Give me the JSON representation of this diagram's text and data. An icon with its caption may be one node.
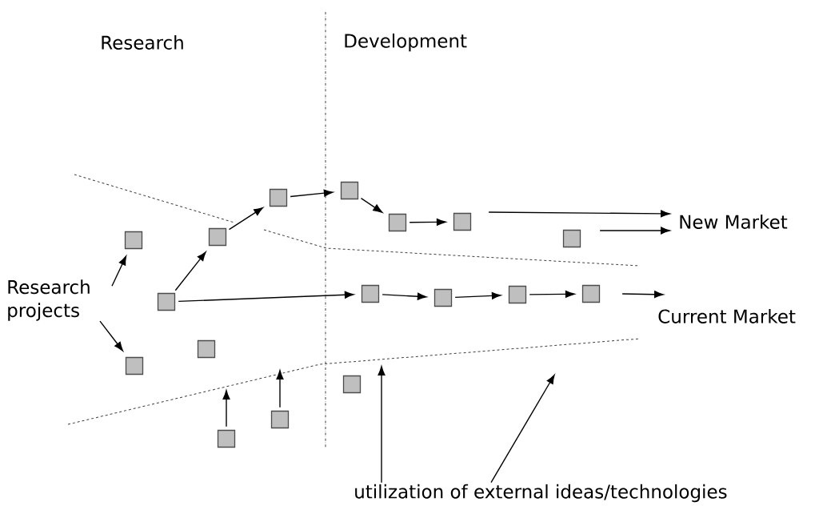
{
  "diagram": {
    "nodes": [
      {
        "text": [
          "Research projects"
        ]
      },
      {
        "text": [
          "New Market"
        ]
      },
      {
        "text": [
          "Current Market"
        ]
      },
      {
        "text": [
          "utilization of external ideas/technologies"
        ]
      },
      {
        "text": [],
        "shape": "box"
      },
      {
        "text": [],
        "shape": "box"
      },
      {
        "text": [],
        "shape": "box"
      },
      {
        "text": [],
        "shape": "box"
      },
      {
        "text": [],
        "shape": "box"
      },
      {
        "text": [],
        "shape": "box"
      },
      {
        "text": [],
        "shape": "box"
      },
      {
        "text": [],
        "shape": "box"
      },
      {
        "text": [],
        "shape": "box"
      },
      {
        "text": [],
        "shape": "box"
      },
      {
        "text": [],
        "shape": "box"
      },
      {
        "text": [],
        "shape": "box"
      },
      {
        "text": [],
        "shape": "box"
      },
      {
        "text": [],
        "shape": "box"
      },
      {
        "text": [],
        "shape": "box"
      },
      {
        "text": [],
        "shape": "box"
      },
      {
        "text": [],
        "shape": "box"
      }
    ],
    "edges": [
      {
        "from": 0,
        "to": 4,
        "arrow": "to"
      },
      {
        "from": 0,
        "to": 16,
        "arrow": "to"
      },
      {
        "from": 11,
        "to": 5,
        "arrow": "to"
      },
      {
        "from": 5,
        "to": 6,
        "arrow": "to"
      },
      {
        "from": 6,
        "to": 7,
        "arrow": "to"
      },
      {
        "from": 7,
        "to": 8,
        "arrow": "to"
      },
      {
        "from": 8,
        "to": 9,
        "arrow": "to"
      },
      {
        "from": 9,
        "to": 1,
        "arrow": "to"
      },
      {
        "from": 10,
        "to": 1,
        "arrow": "to"
      },
      {
        "from": 11,
        "to": 12,
        "arrow": "to"
      },
      {
        "from": 12,
        "to": 13,
        "arrow": "to"
      },
      {
        "from": 13,
        "to": 14,
        "arrow": "to"
      },
      {
        "from": 14,
        "to": 15,
        "arrow": "to"
      },
      {
        "from": 15,
        "to": 2,
        "arrow": "to"
      },
      {
        "from": 20,
        "to": null,
        "arrow": "to"
      },
      {
        "from": 19,
        "to": null,
        "arrow": "to"
      },
      {
        "from": 3,
        "to": null,
        "arrow": "to"
      },
      {
        "from": 3,
        "to": null,
        "arrow": "to"
      }
    ],
    "labels": [
      "Research",
      "Development"
    ]
  }
}
